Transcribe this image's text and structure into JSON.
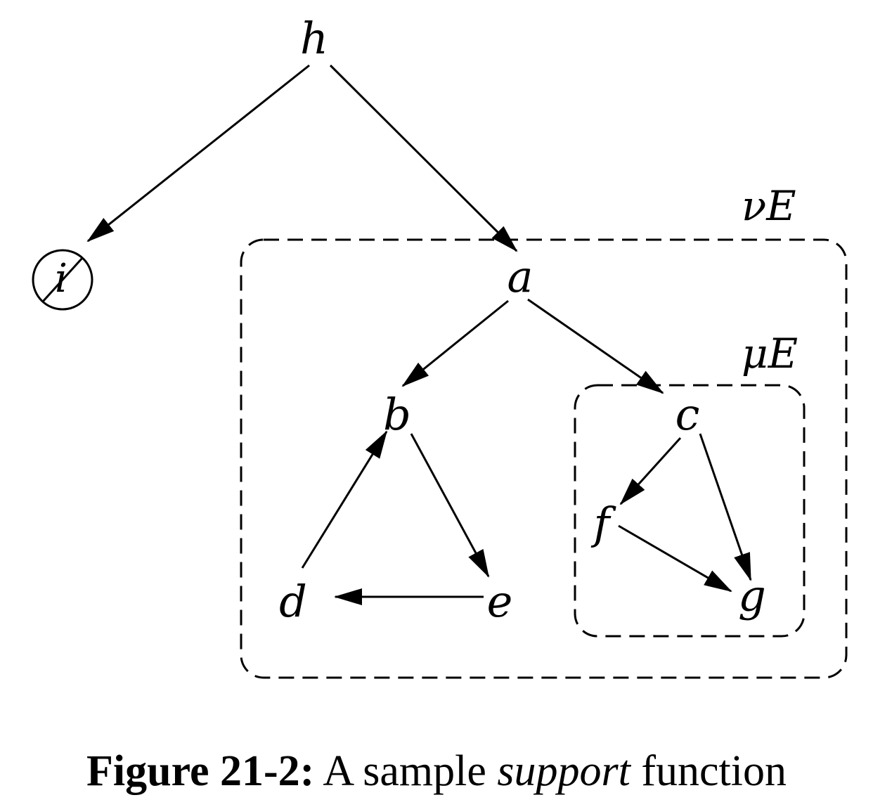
{
  "diagram": {
    "nodes": {
      "h": "h",
      "i": "i",
      "a": "a",
      "b": "b",
      "c": "c",
      "d": "d",
      "e": "e",
      "f": "f",
      "g": "g"
    },
    "regions": {
      "outer": "νE",
      "inner": "μE"
    },
    "edges": [
      [
        "h",
        "i"
      ],
      [
        "h",
        "a"
      ],
      [
        "a",
        "b"
      ],
      [
        "a",
        "c"
      ],
      [
        "d",
        "b"
      ],
      [
        "b",
        "e"
      ],
      [
        "e",
        "d"
      ],
      [
        "c",
        "f"
      ],
      [
        "c",
        "g"
      ],
      [
        "f",
        "g"
      ]
    ],
    "struck_out_node": "i"
  },
  "caption": {
    "number": "Figure 21-2:",
    "text_before": "A sample",
    "emphasis": "support",
    "text_after": "function"
  }
}
